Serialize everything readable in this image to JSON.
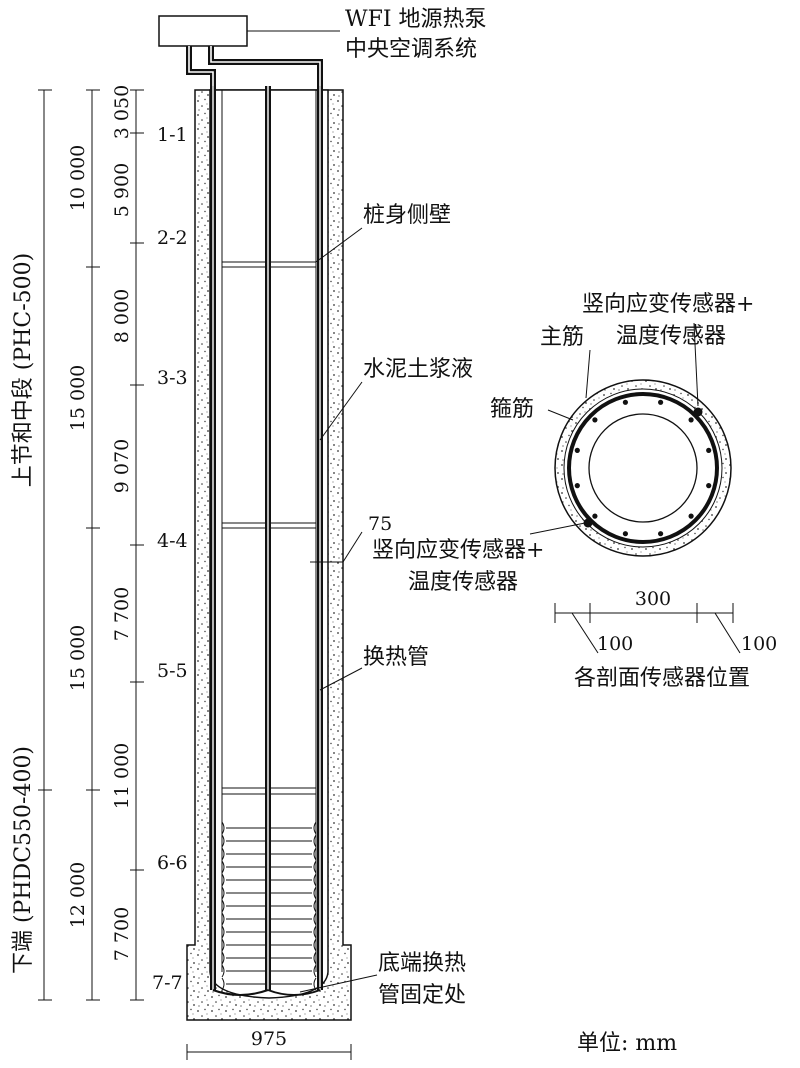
{
  "system_label": {
    "line1": "WFI 地源热泵",
    "line2": "中央空调系统"
  },
  "labels": {
    "pile_wall": "桩身侧壁",
    "grout": "水泥土浆液",
    "thickness": "75",
    "sensor_left_1": "竖向应变传感器+",
    "sensor_left_2": "温度传感器",
    "heat_pipe": "换热管",
    "bottom_1": "底端换热",
    "bottom_2": "管固定处",
    "width": "975",
    "unit": "单位: mm"
  },
  "sections": [
    "1-1",
    "2-2",
    "3-3",
    "4-4",
    "5-5",
    "6-6",
    "7-7"
  ],
  "dims_inner": [
    "3 050",
    "5 900",
    "8 000",
    "9 070",
    "7 700",
    "11 000",
    "7 700"
  ],
  "dims_mid": [
    "10 000",
    "15 000",
    "15 000",
    "12 000"
  ],
  "segments": {
    "upper": "上节和中段 (PHC-500)",
    "lower": "下端 (PHDC550-400)"
  },
  "cross_section": {
    "sensor_1": "竖向应变传感器+",
    "sensor_2": "温度传感器",
    "main_bar": "主筋",
    "stirrup": "箍筋",
    "dim_300": "300",
    "dim_100_left": "100",
    "dim_100_right": "100",
    "caption": "各剖面传感器位置"
  }
}
